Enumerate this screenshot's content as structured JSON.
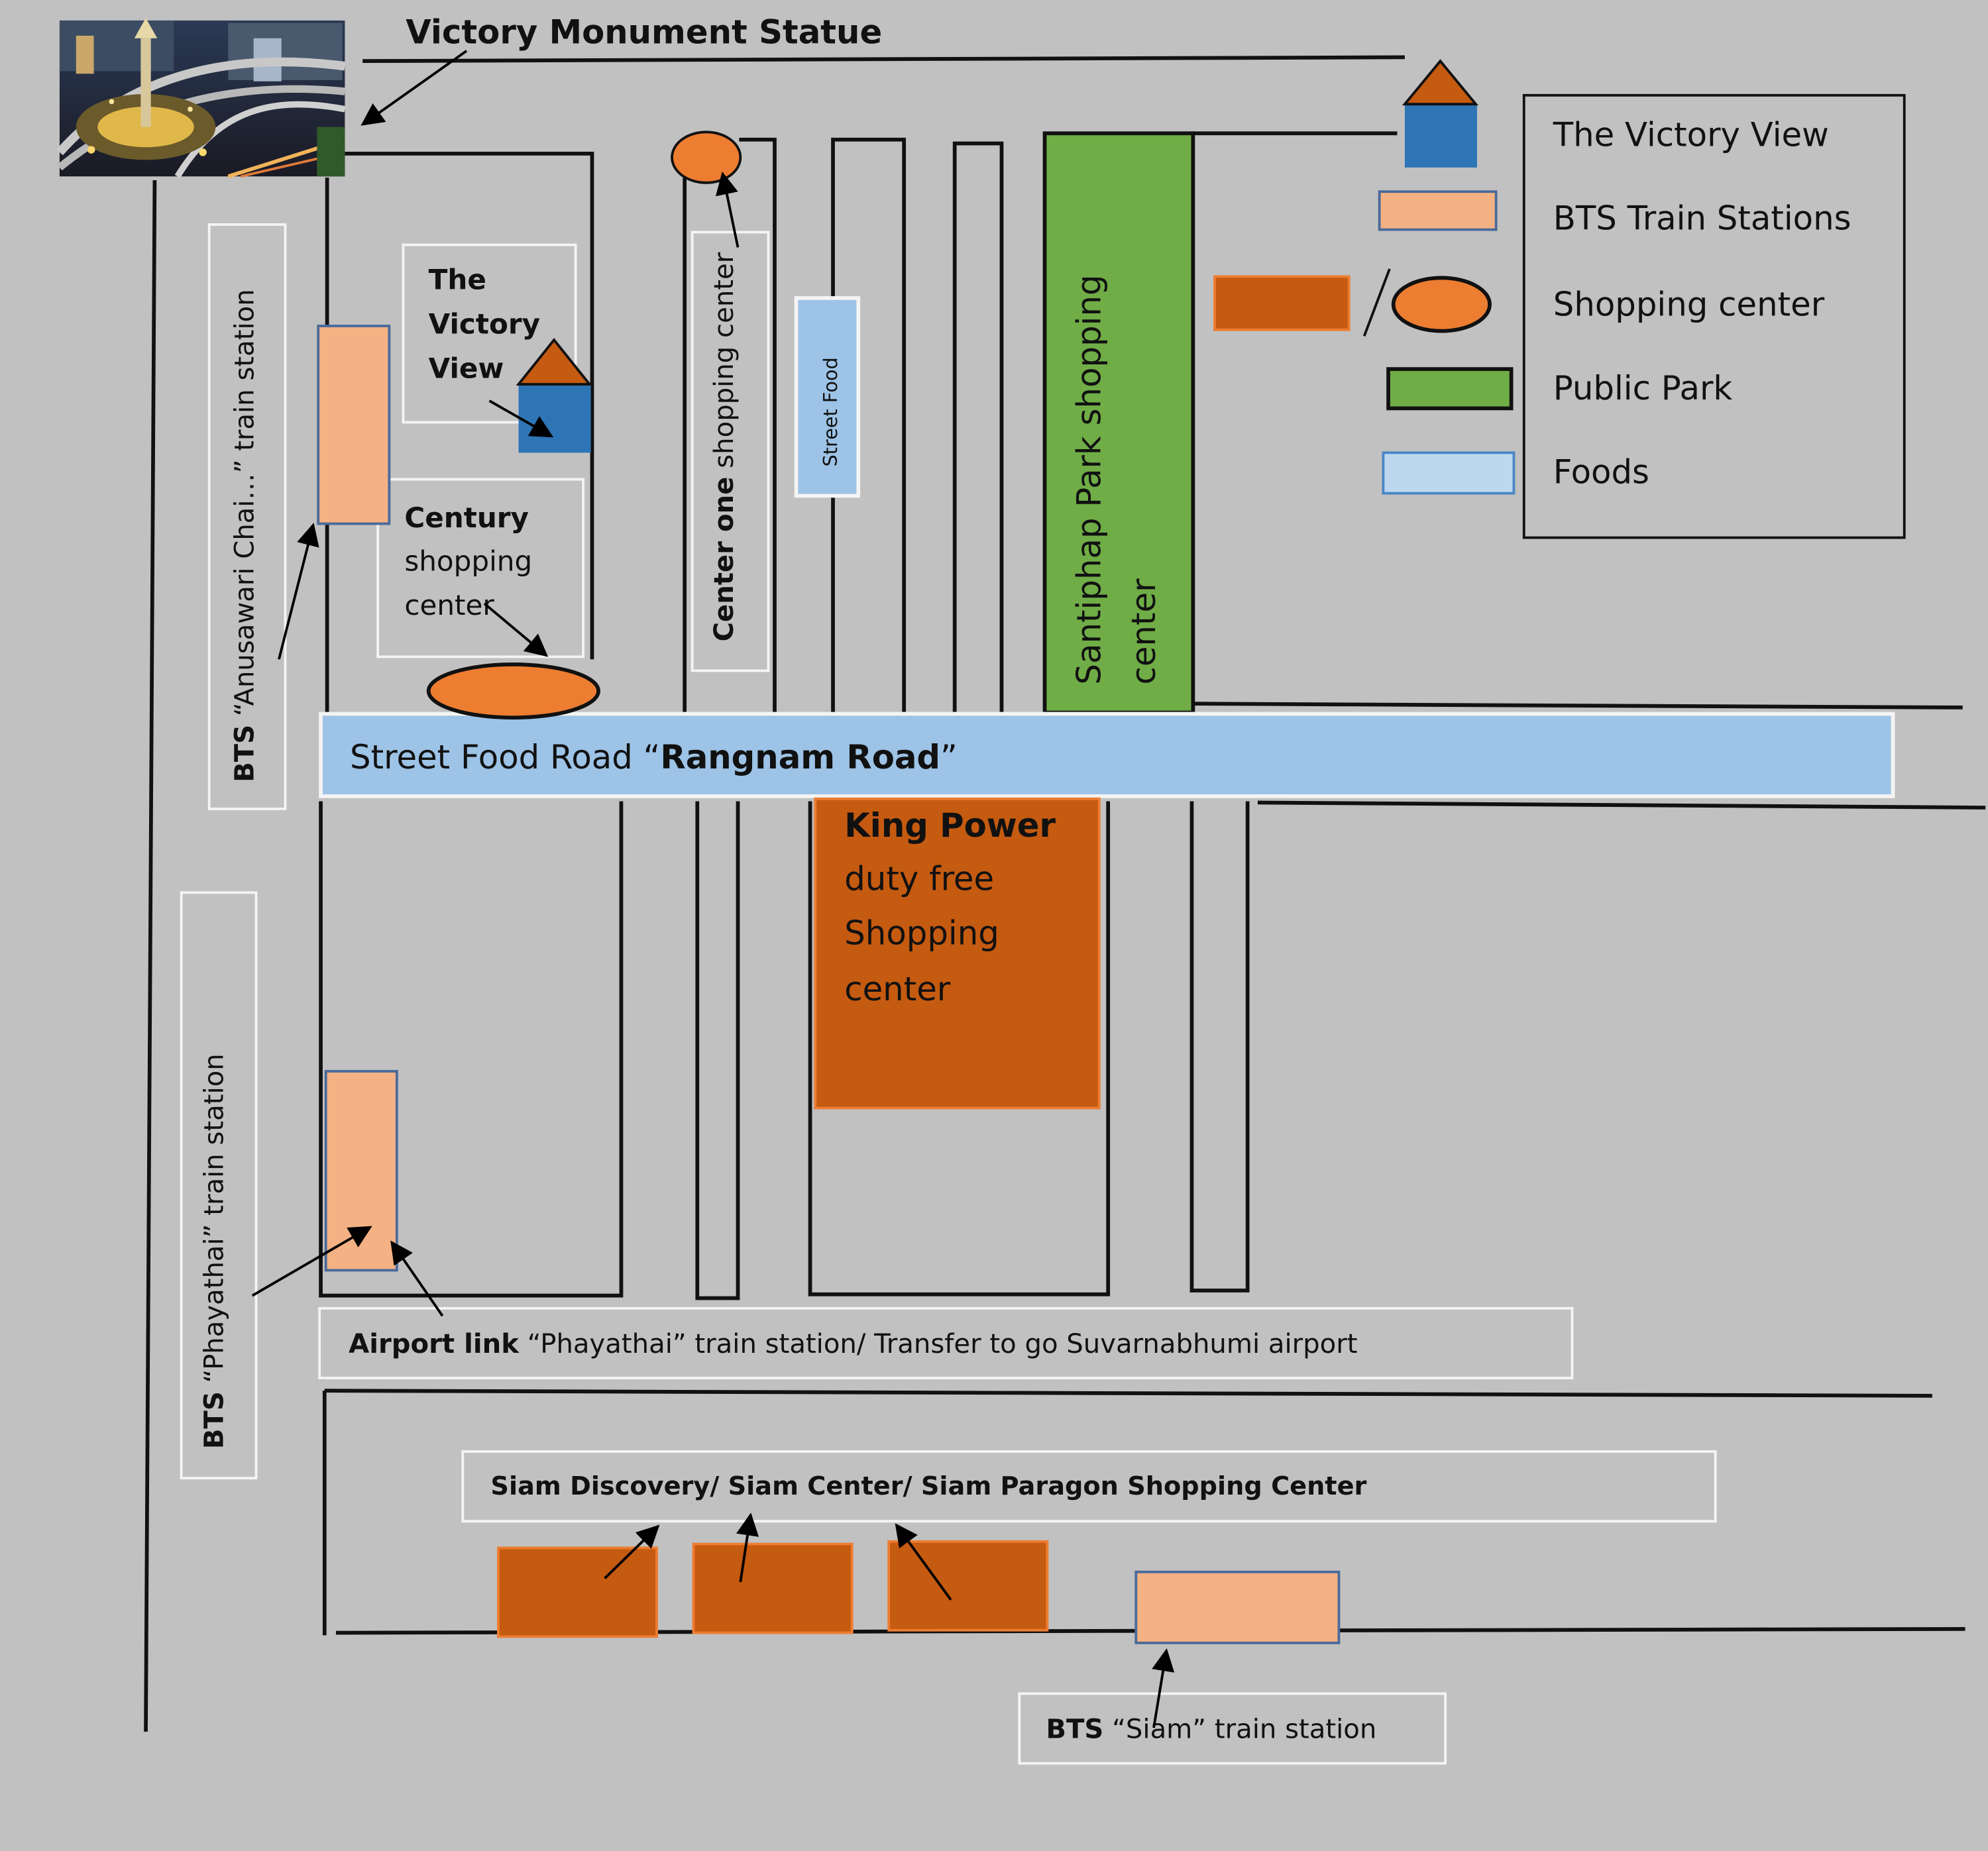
{
  "title": "Victory Monument Statue",
  "legend": {
    "items": [
      {
        "label": "The Victory View"
      },
      {
        "label": "BTS Train Stations"
      },
      {
        "label": "Shopping center"
      },
      {
        "label": "Public Park"
      },
      {
        "label": "Foods"
      }
    ]
  },
  "colors": {
    "background": "#c1c1c1",
    "road": "#111111",
    "bts": "#f4b183",
    "bts_border": "#4a6a9a",
    "shopping_dark": "#c55a11",
    "shopping_light": "#ed7d31",
    "park": "#70ad47",
    "food": "#9dc3e6",
    "food_light": "#bdd7ee",
    "view_blue": "#2e75b6",
    "view_roof": "#c55a11"
  },
  "labels": {
    "bts_anusawari": {
      "prefix": "BTS",
      "rest": " “Anusawari Chai…” train station"
    },
    "victory_view": [
      "The",
      "Victory",
      "View"
    ],
    "century": {
      "bold": "Century",
      "line2": "shopping",
      "line3": "center"
    },
    "center_one": {
      "bold": "Center one",
      "rest": " shopping center"
    },
    "street_food": "Street Food",
    "santiphap": {
      "line1": "Santiphap Park shopping",
      "line2": "center"
    },
    "rangnam": {
      "prefix": "Street Food Road “",
      "bold": "Rangnam Road",
      "suffix": "”"
    },
    "king_power": {
      "bold": "King Power",
      "line2": "duty free",
      "line3": "Shopping",
      "line4": "center"
    },
    "bts_phayathai": {
      "prefix": "BTS",
      "rest": " “Phayathai” train station"
    },
    "airport_link": {
      "bold": "Airport link",
      "rest": " “Phayathai” train station/ Transfer to go Suvarnabhumi airport"
    },
    "siam_shopping": "Siam Discovery/ Siam Center/ Siam Paragon Shopping Center",
    "bts_siam": {
      "prefix": "BTS",
      "rest": " “Siam” train station"
    }
  },
  "photo": {
    "subject": "victory-monument-night-photo"
  }
}
